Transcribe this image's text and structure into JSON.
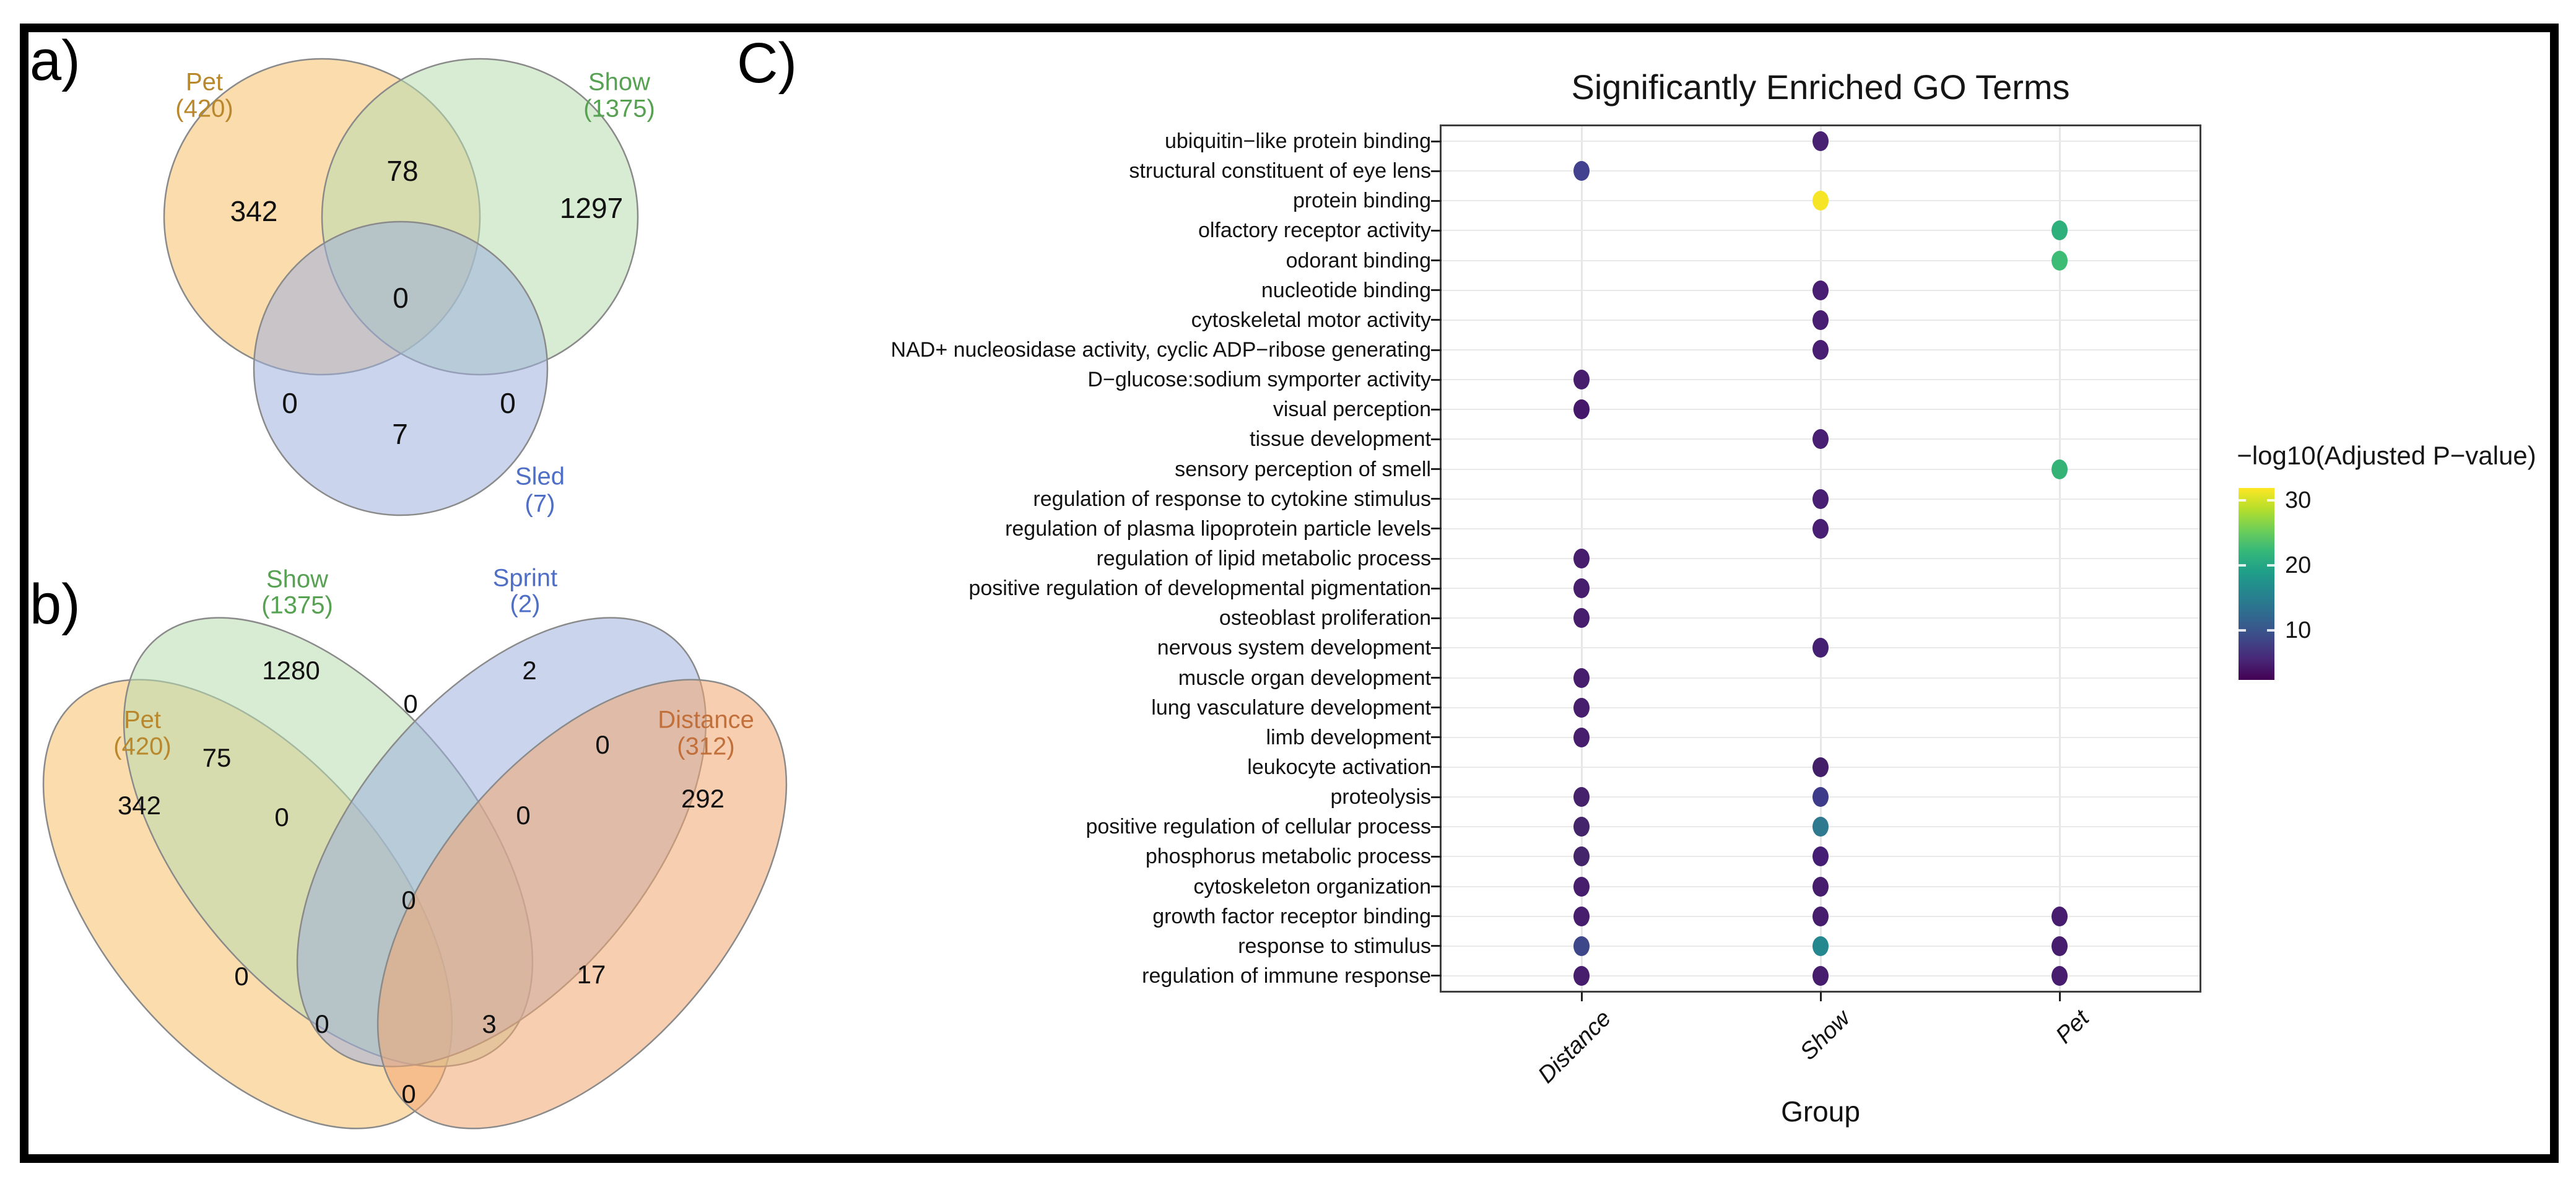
{
  "figure": {
    "panel_a_letter": "a)",
    "panel_b_letter": "b)",
    "panel_c_letter": "C)"
  },
  "chart_data": [
    {
      "type": "venn",
      "panel": "a",
      "sets": [
        {
          "name": "Pet",
          "total": "(420)",
          "label_color": "#b9872c",
          "fill": "#F6C06A"
        },
        {
          "name": "Show",
          "total": "(1375)",
          "label_color": "#56a152",
          "fill": "#B8DCAF"
        },
        {
          "name": "Sled",
          "total": "(7)",
          "label_color": "#4f6ec5",
          "fill": "#9FB1DC"
        }
      ],
      "regions": [
        {
          "sets": [
            "Pet"
          ],
          "value": "342"
        },
        {
          "sets": [
            "Pet",
            "Show"
          ],
          "value": "78"
        },
        {
          "sets": [
            "Show"
          ],
          "value": "1297"
        },
        {
          "sets": [
            "Pet",
            "Show",
            "Sled"
          ],
          "value": "0"
        },
        {
          "sets": [
            "Pet",
            "Sled"
          ],
          "value": "0"
        },
        {
          "sets": [
            "Show",
            "Sled"
          ],
          "value": "0"
        },
        {
          "sets": [
            "Sled"
          ],
          "value": "7"
        }
      ]
    },
    {
      "type": "venn",
      "panel": "b",
      "sets": [
        {
          "name": "Pet",
          "total": "(420)",
          "label_color": "#b9872c",
          "fill": "#F6C06A"
        },
        {
          "name": "Show",
          "total": "(1375)",
          "label_color": "#56a152",
          "fill": "#B8DCAF"
        },
        {
          "name": "Sprint",
          "total": "(2)",
          "label_color": "#4f6ec5",
          "fill": "#9FB1DC"
        },
        {
          "name": "Distance",
          "total": "(312)",
          "label_color": "#c2703b",
          "fill": "#F2A671"
        }
      ],
      "regions": [
        {
          "sets": [
            "Pet"
          ],
          "value": "342"
        },
        {
          "sets": [
            "Show"
          ],
          "value": "1280"
        },
        {
          "sets": [
            "Sprint"
          ],
          "value": "2"
        },
        {
          "sets": [
            "Distance"
          ],
          "value": "292"
        },
        {
          "sets": [
            "Pet",
            "Show"
          ],
          "value": "75"
        },
        {
          "sets": [
            "Show",
            "Sprint"
          ],
          "value": "0"
        },
        {
          "sets": [
            "Sprint",
            "Distance"
          ],
          "value": "0"
        },
        {
          "sets": [
            "Pet",
            "Sprint"
          ],
          "value": "0"
        },
        {
          "sets": [
            "Show",
            "Distance"
          ],
          "value": "17"
        },
        {
          "sets": [
            "Pet",
            "Distance"
          ],
          "value": "0"
        },
        {
          "sets": [
            "Pet",
            "Show",
            "Sprint"
          ],
          "value": "0"
        },
        {
          "sets": [
            "Show",
            "Sprint",
            "Distance"
          ],
          "value": "0"
        },
        {
          "sets": [
            "Pet",
            "Sprint",
            "Distance"
          ],
          "value": "0"
        },
        {
          "sets": [
            "Pet",
            "Show",
            "Distance"
          ],
          "value": "3"
        },
        {
          "sets": [
            "Pet",
            "Show",
            "Sprint",
            "Distance"
          ],
          "value": "0"
        }
      ]
    },
    {
      "type": "scatter",
      "panel": "C",
      "title": "Significantly Enriched GO Terms",
      "xlabel": "Group",
      "ylabel": "",
      "x": [
        "Distance",
        "Show",
        "Pet"
      ],
      "grid": true,
      "legend": {
        "title": "−log10(Adjusted P−value)",
        "position": "right",
        "colormap": "viridis",
        "range": [
          2,
          32
        ],
        "ticks": [
          "30",
          "20",
          "10"
        ]
      },
      "terms": [
        {
          "term": "ubiquitin−like protein binding",
          "points": [
            {
              "group": "Show",
              "value": 4,
              "color": "#482173"
            }
          ]
        },
        {
          "term": "structural constituent of eye lens",
          "points": [
            {
              "group": "Distance",
              "value": 8,
              "color": "#41418f"
            }
          ]
        },
        {
          "term": "protein binding",
          "points": [
            {
              "group": "Show",
              "value": 32,
              "color": "#f6e426"
            }
          ]
        },
        {
          "term": "olfactory receptor activity",
          "points": [
            {
              "group": "Pet",
              "value": 22,
              "color": "#2eb07d"
            }
          ]
        },
        {
          "term": "odorant binding",
          "points": [
            {
              "group": "Pet",
              "value": 23,
              "color": "#3cbc74"
            }
          ]
        },
        {
          "term": "nucleotide binding",
          "points": [
            {
              "group": "Show",
              "value": 4,
              "color": "#481f72"
            }
          ]
        },
        {
          "term": "cytoskeletal motor activity",
          "points": [
            {
              "group": "Show",
              "value": 4,
              "color": "#481f72"
            }
          ]
        },
        {
          "term": "NAD+ nucleosidase activity, cyclic ADP−ribose generating",
          "points": [
            {
              "group": "Show",
              "value": 4,
              "color": "#481f72"
            }
          ]
        },
        {
          "term": "D−glucose:sodium symporter activity",
          "points": [
            {
              "group": "Distance",
              "value": 4,
              "color": "#471d6e"
            }
          ]
        },
        {
          "term": "visual perception",
          "points": [
            {
              "group": "Distance",
              "value": 3,
              "color": "#45176b"
            }
          ]
        },
        {
          "term": "tissue development",
          "points": [
            {
              "group": "Show",
              "value": 4,
              "color": "#481f72"
            }
          ]
        },
        {
          "term": "sensory perception of smell",
          "points": [
            {
              "group": "Pet",
              "value": 21,
              "color": "#35b377"
            }
          ]
        },
        {
          "term": "regulation of response to cytokine stimulus",
          "points": [
            {
              "group": "Show",
              "value": 4,
              "color": "#481f72"
            }
          ]
        },
        {
          "term": "regulation of plasma lipoprotein particle levels",
          "points": [
            {
              "group": "Show",
              "value": 4,
              "color": "#481f72"
            }
          ]
        },
        {
          "term": "regulation of lipid metabolic process",
          "points": [
            {
              "group": "Distance",
              "value": 4,
              "color": "#471d6e"
            }
          ]
        },
        {
          "term": "positive regulation of developmental pigmentation",
          "points": [
            {
              "group": "Distance",
              "value": 4,
              "color": "#471d6e"
            }
          ]
        },
        {
          "term": "osteoblast proliferation",
          "points": [
            {
              "group": "Distance",
              "value": 4,
              "color": "#471d6e"
            }
          ]
        },
        {
          "term": "nervous system development",
          "points": [
            {
              "group": "Show",
              "value": 4,
              "color": "#452072"
            }
          ]
        },
        {
          "term": "muscle organ development",
          "points": [
            {
              "group": "Distance",
              "value": 4,
              "color": "#471d6e"
            }
          ]
        },
        {
          "term": "lung vasculature development",
          "points": [
            {
              "group": "Distance",
              "value": 4,
              "color": "#471d6e"
            }
          ]
        },
        {
          "term": "limb development",
          "points": [
            {
              "group": "Distance",
              "value": 4,
              "color": "#471d6e"
            }
          ]
        },
        {
          "term": "leukocyte activation",
          "points": [
            {
              "group": "Show",
              "value": 5,
              "color": "#431f6a"
            }
          ]
        },
        {
          "term": "proteolysis",
          "points": [
            {
              "group": "Distance",
              "value": 5,
              "color": "#45226b"
            },
            {
              "group": "Show",
              "value": 8,
              "color": "#3e3c8a"
            }
          ]
        },
        {
          "term": "positive regulation of cellular process",
          "points": [
            {
              "group": "Distance",
              "value": 5,
              "color": "#44246b"
            },
            {
              "group": "Show",
              "value": 15,
              "color": "#2f7a8f"
            }
          ]
        },
        {
          "term": "phosphorus metabolic process",
          "points": [
            {
              "group": "Distance",
              "value": 4,
              "color": "#44246b"
            },
            {
              "group": "Show",
              "value": 4,
              "color": "#451d74"
            }
          ]
        },
        {
          "term": "cytoskeleton organization",
          "points": [
            {
              "group": "Distance",
              "value": 4,
              "color": "#471d6e"
            },
            {
              "group": "Show",
              "value": 4,
              "color": "#471d6e"
            }
          ]
        },
        {
          "term": "growth factor receptor binding",
          "points": [
            {
              "group": "Distance",
              "value": 4,
              "color": "#471d6e"
            },
            {
              "group": "Show",
              "value": 4,
              "color": "#471d6e"
            },
            {
              "group": "Pet",
              "value": 4,
              "color": "#481c6e"
            }
          ]
        },
        {
          "term": "response to stimulus",
          "points": [
            {
              "group": "Distance",
              "value": 9,
              "color": "#3f478b"
            },
            {
              "group": "Show",
              "value": 16,
              "color": "#25888e"
            },
            {
              "group": "Pet",
              "value": 4,
              "color": "#471d6e"
            }
          ]
        },
        {
          "term": "regulation of immune response",
          "points": [
            {
              "group": "Distance",
              "value": 4,
              "color": "#471d6e"
            },
            {
              "group": "Show",
              "value": 4,
              "color": "#471d6e"
            },
            {
              "group": "Pet",
              "value": 4,
              "color": "#481c6e"
            }
          ]
        }
      ]
    }
  ]
}
